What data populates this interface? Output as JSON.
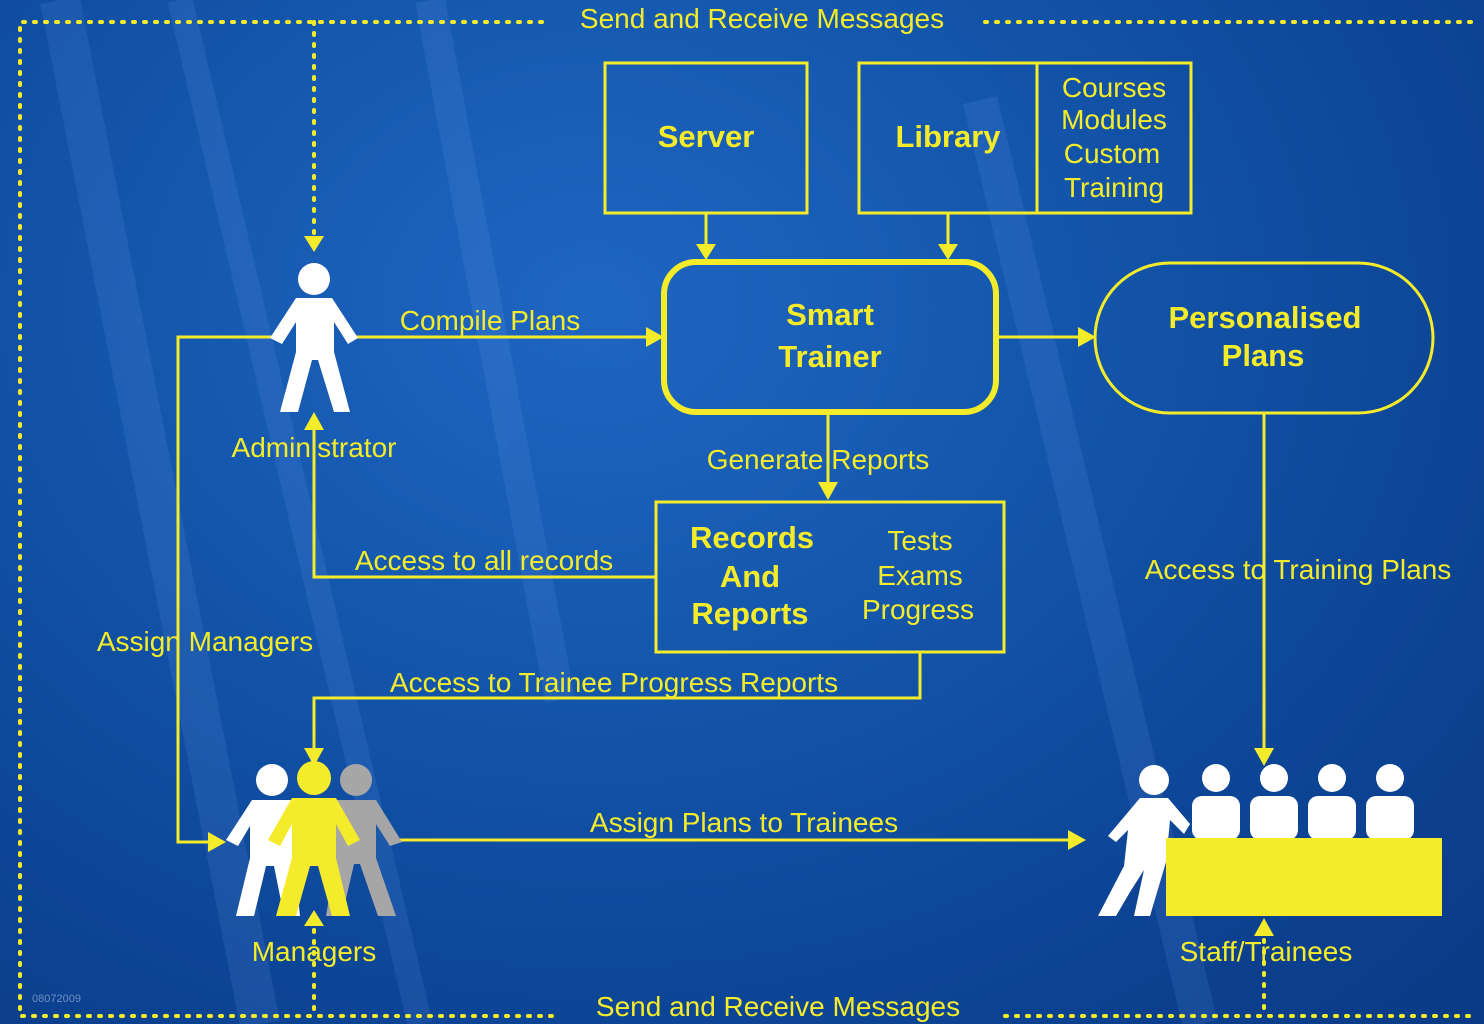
{
  "top_border_label": "Send and Receive Messages",
  "bottom_border_label": "Send and Receive Messages",
  "nodes": {
    "server": "Server",
    "library": "Library",
    "library_items": [
      "Courses",
      "Modules",
      "Custom",
      "Training"
    ],
    "smart_trainer": [
      "Smart",
      "Trainer"
    ],
    "personalised_plans": [
      "Personalised",
      "Plans"
    ],
    "records_reports": [
      "Records",
      "And",
      "Reports"
    ],
    "records_items": [
      "Tests",
      "Exams",
      "Progress"
    ],
    "administrator": "Administrator",
    "managers": "Managers",
    "staff_trainees": "Staff/Trainees"
  },
  "edges": {
    "compile_plans": "Compile Plans",
    "generate_reports": "Generate Reports",
    "access_all_records": "Access to all records",
    "assign_managers": "Assign Managers",
    "access_trainee_progress": "Access to Trainee Progress Reports",
    "assign_plans": "Assign Plans to Trainees",
    "access_training_plans": "Access to Training Plans"
  },
  "watermark": "08072009",
  "colors": {
    "accent": "#f4ec2a",
    "background": "#1457ad",
    "figure_white": "#ffffff",
    "figure_gray": "#a6a6a6"
  }
}
